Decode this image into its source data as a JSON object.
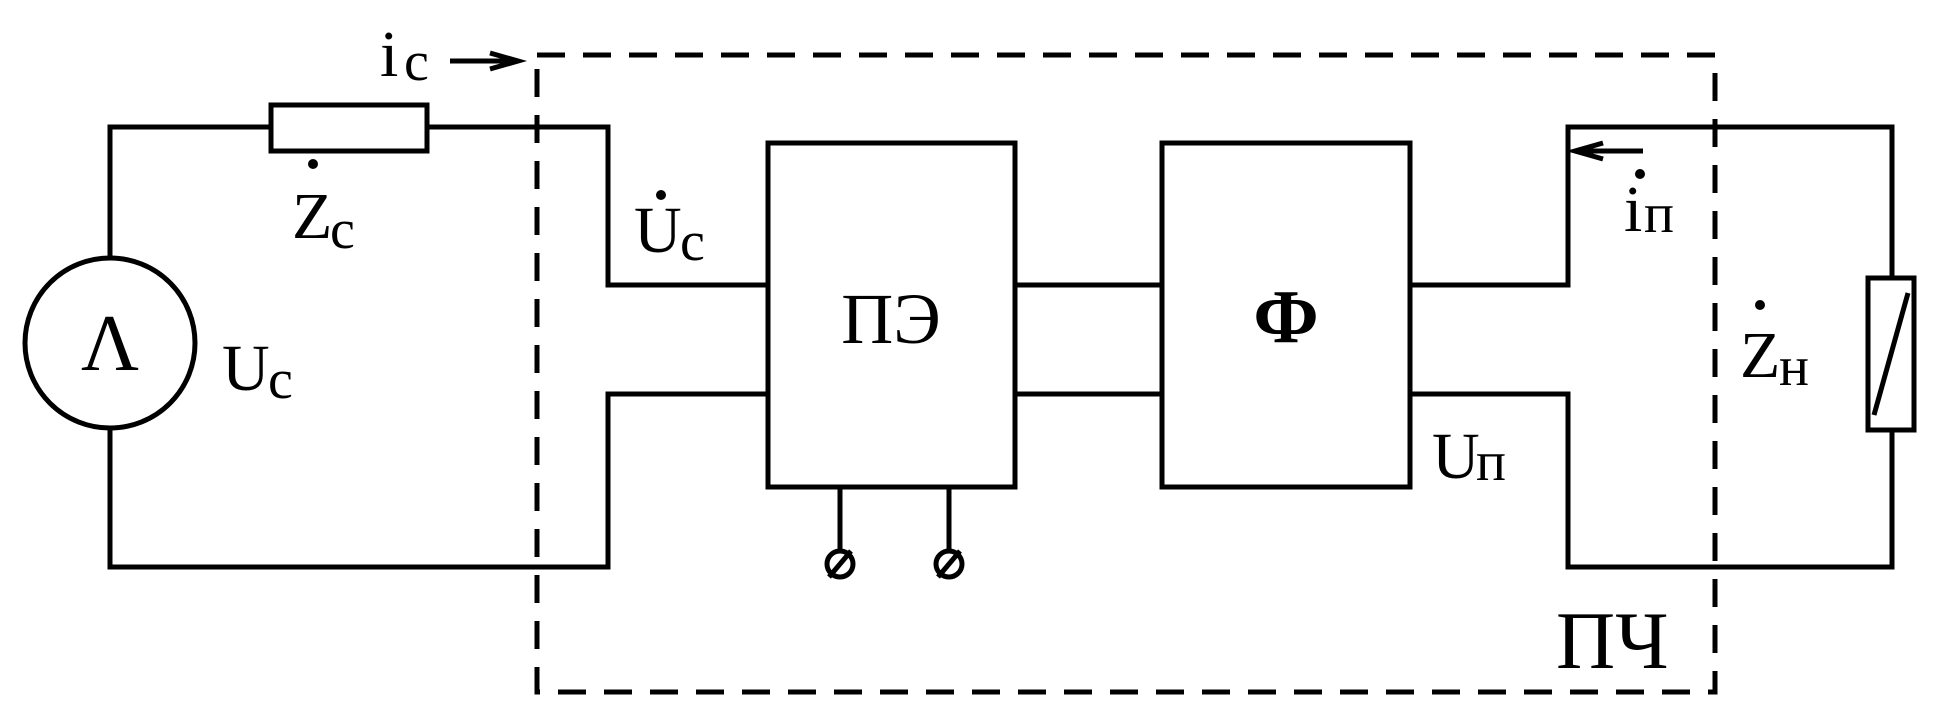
{
  "source": {
    "symbol": "Λ",
    "voltage_label": "U",
    "voltage_sub": "c"
  },
  "source_impedance": {
    "label": "Z",
    "sub": "c"
  },
  "input_current": {
    "label": "i",
    "sub": "c"
  },
  "input_voltage": {
    "label": "U",
    "sub": "c"
  },
  "blocks": {
    "converter": "ПЭ",
    "filter": "Ф"
  },
  "output_current": {
    "label": "i",
    "sub": "п"
  },
  "output_voltage": {
    "label": "U",
    "sub": "п"
  },
  "load": {
    "label": "Z",
    "sub": "н"
  },
  "frequency_converter": "ПЧ"
}
